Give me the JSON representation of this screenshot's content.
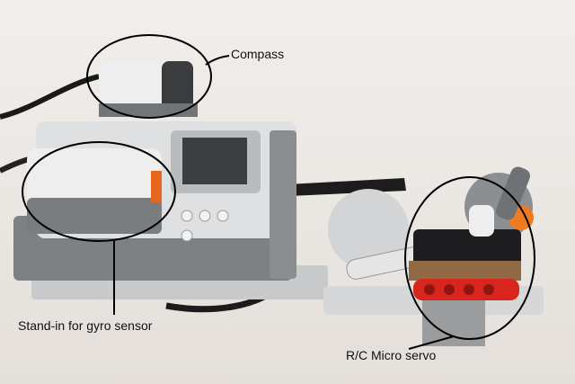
{
  "labels": {
    "compass": "Compass",
    "gyro": "Stand-in for gyro sensor",
    "servo": "R/C Micro servo"
  },
  "colors": {
    "background": "#ece8e4",
    "brick_gray": "#d9dadb",
    "dark_gray": "#6d7072",
    "servo_red": "#d8261c",
    "servo_black": "#1d1d1f",
    "sensor_orange": "#e7661d",
    "annotation": "#000000"
  }
}
